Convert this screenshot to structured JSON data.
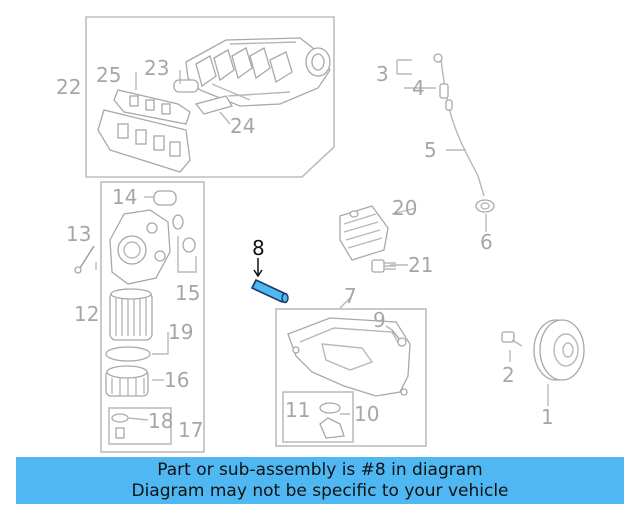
{
  "highlight_color": "#4fb8f2",
  "highlighted_part": "8",
  "labels": {
    "p1": "1",
    "p2": "2",
    "p3": "3",
    "p4": "4",
    "p5": "5",
    "p6": "6",
    "p7": "7",
    "p8": "8",
    "p9": "9",
    "p10": "10",
    "p11": "11",
    "p12": "12",
    "p13": "13",
    "p14": "14",
    "p15": "15",
    "p16": "16",
    "p17": "17",
    "p18": "18",
    "p19": "19",
    "p20": "20",
    "p21": "21",
    "p22": "22",
    "p23": "23",
    "p24": "24",
    "p25": "25"
  },
  "banner": {
    "line1": "Part or sub-assembly is #8 in diagram",
    "line2": "Diagram may not be specific to your vehicle"
  }
}
